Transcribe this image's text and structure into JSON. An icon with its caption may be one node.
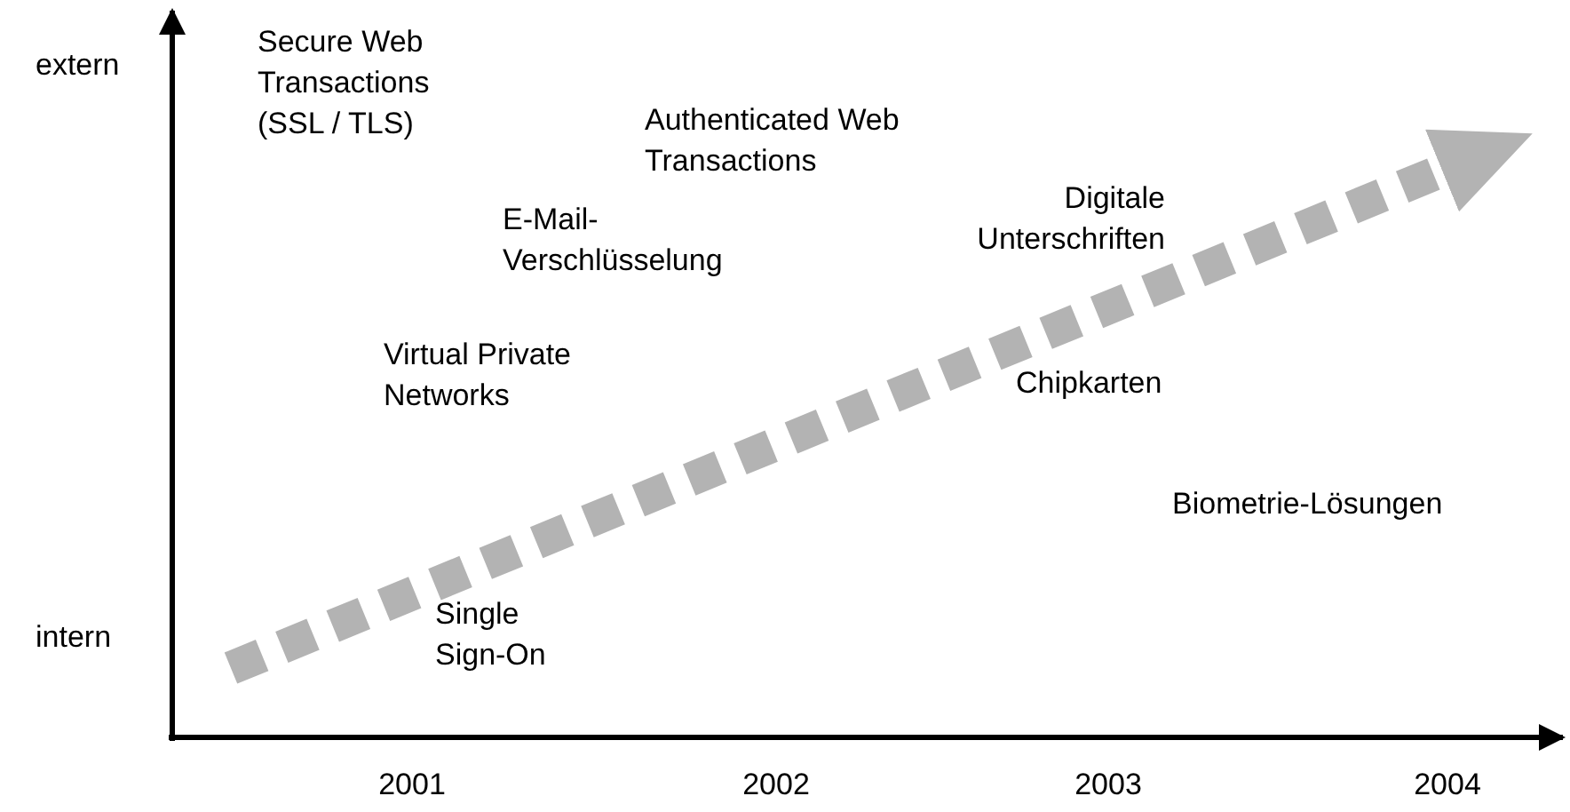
{
  "diagram": {
    "labels": [
      "extern",
      "Secure Web Transactions (SSL / TLS)",
      "Authenticated Web Transactions",
      "E-Mail-Verschlüsselung",
      "Digitale Unterschriften",
      "Virtual Private Networks",
      "Chipkarten",
      "Biometrie-Lösungen",
      "Single Sign-On",
      "intern",
      "2001",
      "2002",
      "2003",
      "2004"
    ]
  }
}
